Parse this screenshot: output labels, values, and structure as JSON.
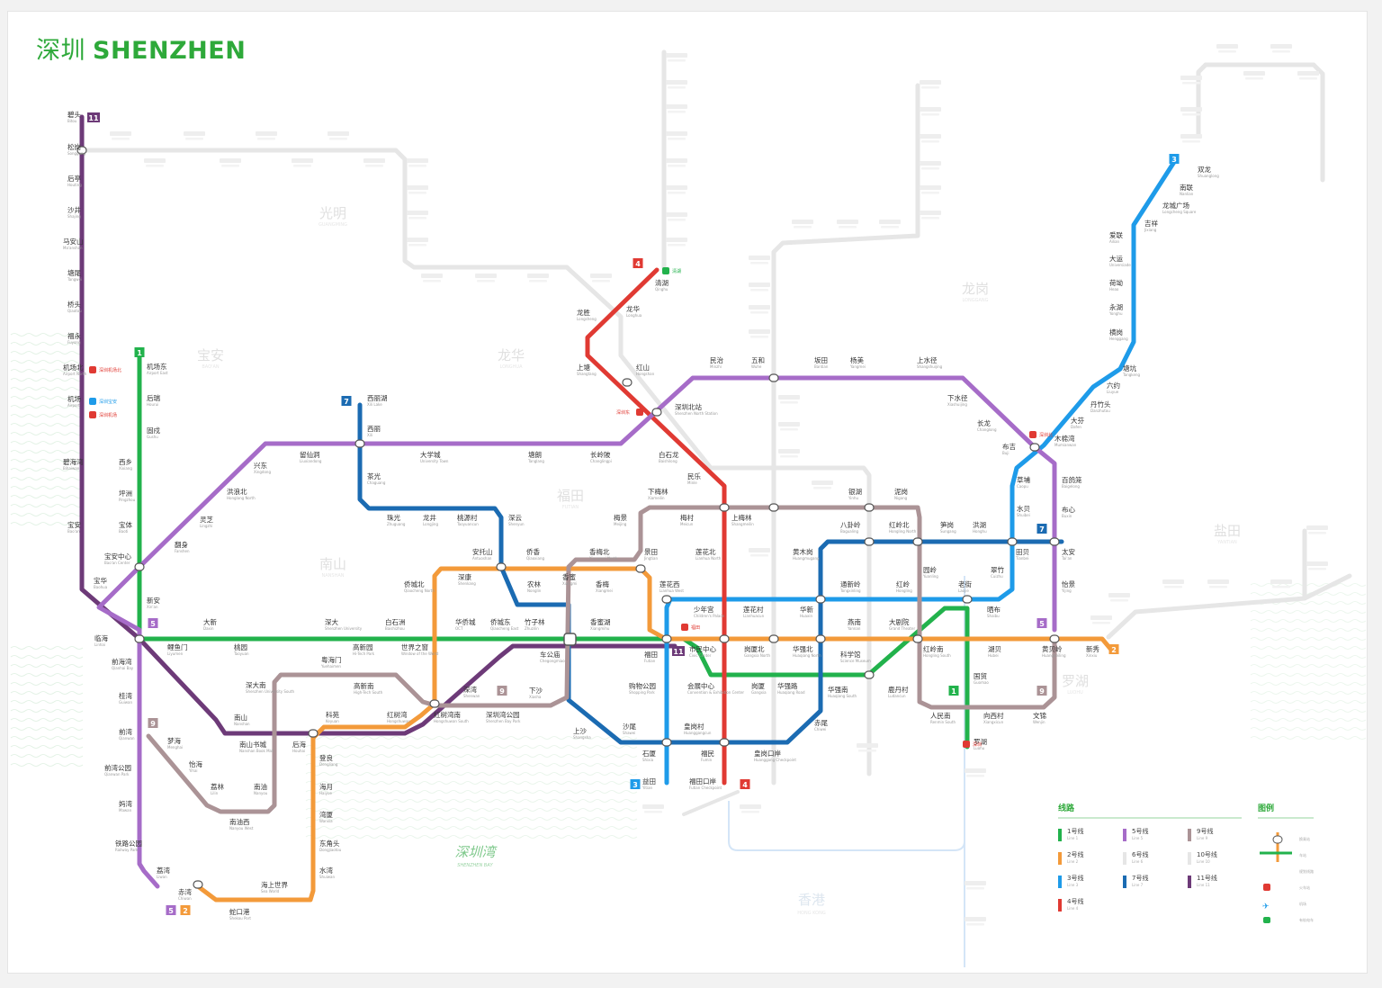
{
  "map": {
    "title_cn": "深圳",
    "title_en": "SHENZHEN",
    "colors": {
      "title": "#2ea93a",
      "line1": "#22b24c",
      "line2": "#f39a3a",
      "line3": "#1e9be9",
      "line4": "#e03a33",
      "line5": "#a66cc8",
      "line7": "#1b6bb2",
      "line9": "#ab9396",
      "line11": "#6d3a78",
      "planned": "#e6e6e6"
    },
    "line_badges": [
      {
        "label": "1",
        "color": "#22b24c"
      },
      {
        "label": "2",
        "color": "#f39a3a"
      },
      {
        "label": "3",
        "color": "#1e9be9"
      },
      {
        "label": "4",
        "color": "#e03a33"
      },
      {
        "label": "5",
        "color": "#a66cc8"
      },
      {
        "label": "7",
        "color": "#1b6bb2"
      },
      {
        "label": "9",
        "color": "#ab9396"
      },
      {
        "label": "11",
        "color": "#6d3a78"
      }
    ],
    "districts": [
      {
        "cn": "光明",
        "en": "GUANGMING"
      },
      {
        "cn": "宝安",
        "en": "BAO'AN"
      },
      {
        "cn": "龙华",
        "en": "LONGHUA"
      },
      {
        "cn": "龙岗",
        "en": "LONGGANG"
      },
      {
        "cn": "福田",
        "en": "FUTIAN"
      },
      {
        "cn": "南山",
        "en": "NANSHAN"
      },
      {
        "cn": "盐田",
        "en": "YANTIAN"
      },
      {
        "cn": "罗湖",
        "en": "LUOHU"
      }
    ],
    "bay": {
      "cn": "深圳湾",
      "en": "SHENZHEN BAY"
    },
    "hk": {
      "cn": "香港",
      "en": "HONG KONG"
    },
    "stations": [
      {
        "cn": "碧头",
        "en": "Bitou"
      },
      {
        "cn": "松岗",
        "en": "Songgang"
      },
      {
        "cn": "后亭",
        "en": "Houting"
      },
      {
        "cn": "沙井",
        "en": "Shajing"
      },
      {
        "cn": "马安山",
        "en": "Ma'anshan"
      },
      {
        "cn": "塘尾",
        "en": "Tangwei"
      },
      {
        "cn": "桥头",
        "en": "Qiaotou"
      },
      {
        "cn": "福永",
        "en": "Fuyong"
      },
      {
        "cn": "机场北",
        "en": "Airport North"
      },
      {
        "cn": "机场",
        "en": "Airport"
      },
      {
        "cn": "碧海湾",
        "en": "Bihaiwan"
      },
      {
        "cn": "宝安",
        "en": "Bao'an"
      },
      {
        "cn": "机场东",
        "en": "Airport East"
      },
      {
        "cn": "后瑞",
        "en": "Hourui"
      },
      {
        "cn": "固戍",
        "en": "Gushu"
      },
      {
        "cn": "西乡",
        "en": "Xixiang"
      },
      {
        "cn": "坪洲",
        "en": "Pingzhou"
      },
      {
        "cn": "宝体",
        "en": "Baoti"
      },
      {
        "cn": "宝安中心",
        "en": "Bao'an Center"
      },
      {
        "cn": "宝华",
        "en": "Baohua"
      },
      {
        "cn": "新安",
        "en": "Xin'an"
      },
      {
        "cn": "前海湾",
        "en": "Qianhai Bay"
      },
      {
        "cn": "临海",
        "en": "Linhai"
      },
      {
        "cn": "桂湾",
        "en": "Guiwan"
      },
      {
        "cn": "前湾",
        "en": "Qianwan"
      },
      {
        "cn": "前湾公园",
        "en": "Qianwan Park"
      },
      {
        "cn": "妈湾",
        "en": "Mawan"
      },
      {
        "cn": "铁路公园",
        "en": "Railway Park"
      },
      {
        "cn": "荔湾",
        "en": "Liwan"
      },
      {
        "cn": "赤湾",
        "en": "Chiwan"
      },
      {
        "cn": "蛇口港",
        "en": "Shekou Port"
      },
      {
        "cn": "海上世界",
        "en": "Sea World"
      },
      {
        "cn": "水湾",
        "en": "Shuiwan"
      },
      {
        "cn": "东角头",
        "en": "Dongjiaotou"
      },
      {
        "cn": "湾厦",
        "en": "Wanxia"
      },
      {
        "cn": "海月",
        "en": "Haiyue"
      },
      {
        "cn": "登良",
        "en": "Dengliang"
      },
      {
        "cn": "后海",
        "en": "Houhai"
      },
      {
        "cn": "科苑",
        "en": "Keyuan"
      },
      {
        "cn": "红树湾",
        "en": "Hongshuwan"
      },
      {
        "cn": "红树湾南",
        "en": "Hongshuwan South"
      },
      {
        "cn": "深圳湾公园",
        "en": "Shenzhen Bay Park"
      },
      {
        "cn": "深湾",
        "en": "Shenwan"
      },
      {
        "cn": "下沙",
        "en": "Xiasha"
      },
      {
        "cn": "车公庙",
        "en": "Chegongmiao"
      },
      {
        "cn": "世界之窗",
        "en": "Window of the World"
      },
      {
        "cn": "白石洲",
        "en": "Baishizhou"
      },
      {
        "cn": "高新园",
        "en": "Hi-Tech Park"
      },
      {
        "cn": "深大",
        "en": "Shenzhen University"
      },
      {
        "cn": "桃园",
        "en": "Taoyuan"
      },
      {
        "cn": "大新",
        "en": "Daxin"
      },
      {
        "cn": "鲤鱼门",
        "en": "Liyumen"
      },
      {
        "cn": "粤海门",
        "en": "Yuehaimen"
      },
      {
        "cn": "高新南",
        "en": "High-Tech South"
      },
      {
        "cn": "深大南",
        "en": "Shenzhen University South"
      },
      {
        "cn": "南山",
        "en": "Nanshan"
      },
      {
        "cn": "南山书城",
        "en": "Nanshan Book Mall"
      },
      {
        "cn": "南油",
        "en": "Nanyou"
      },
      {
        "cn": "南油西",
        "en": "Nanyou West"
      },
      {
        "cn": "荔林",
        "en": "Lilin"
      },
      {
        "cn": "怡海",
        "en": "Yihai"
      },
      {
        "cn": "梦海",
        "en": "Menghai"
      },
      {
        "cn": "兴东",
        "en": "Xingdong"
      },
      {
        "cn": "洪浪北",
        "en": "Honglang North"
      },
      {
        "cn": "灵芝",
        "en": "Lingzhi"
      },
      {
        "cn": "翻身",
        "en": "Fanshen"
      },
      {
        "cn": "留仙洞",
        "en": "Liuxiandong"
      },
      {
        "cn": "大学城",
        "en": "University Town"
      },
      {
        "cn": "塘朗",
        "en": "Tanglang"
      },
      {
        "cn": "长岭陂",
        "en": "Changlingpi"
      },
      {
        "cn": "西丽湖",
        "en": "Xili Lake"
      },
      {
        "cn": "西丽",
        "en": "Xili"
      },
      {
        "cn": "茶光",
        "en": "Chaguang"
      },
      {
        "cn": "珠光",
        "en": "Zhuguang"
      },
      {
        "cn": "龙井",
        "en": "Longjing"
      },
      {
        "cn": "桃源村",
        "en": "Taoyuancun"
      },
      {
        "cn": "深云",
        "en": "Shenyun"
      },
      {
        "cn": "安托山",
        "en": "Antuoshan"
      },
      {
        "cn": "侨香",
        "en": "Qiaoxiang"
      },
      {
        "cn": "沙尾",
        "en": "Shawei"
      },
      {
        "cn": "上沙",
        "en": "Shangsha"
      },
      {
        "cn": "深康",
        "en": "Shenkang"
      },
      {
        "cn": "侨城北",
        "en": "Qiaocheng North"
      },
      {
        "cn": "华侨城",
        "en": "OCT"
      },
      {
        "cn": "侨城东",
        "en": "Qiaocheng East"
      },
      {
        "cn": "竹子林",
        "en": "Zhuzilin"
      },
      {
        "cn": "香蜜湖",
        "en": "Xiangmihu"
      },
      {
        "cn": "农林",
        "en": "Nonglin"
      },
      {
        "cn": "香蜜",
        "en": "Xiangmi"
      },
      {
        "cn": "香梅",
        "en": "Xiangmei"
      },
      {
        "cn": "香梅北",
        "en": "Xiangmei North"
      },
      {
        "cn": "景田",
        "en": "Jingtian"
      },
      {
        "cn": "梅景",
        "en": "Meijing"
      },
      {
        "cn": "下梅林",
        "en": "Xiameilin"
      },
      {
        "cn": "梅村",
        "en": "Meicun"
      },
      {
        "cn": "上梅林",
        "en": "Shangmeilin"
      },
      {
        "cn": "莲花北",
        "en": "Lianhua North"
      },
      {
        "cn": "莲花西",
        "en": "Lianhua West"
      },
      {
        "cn": "福田",
        "en": "Futian"
      },
      {
        "cn": "市民中心",
        "en": "Civic Center"
      },
      {
        "cn": "购物公园",
        "en": "Shopping Park"
      },
      {
        "cn": "石厦",
        "en": "Shixia"
      },
      {
        "cn": "益田",
        "en": "Yitian"
      },
      {
        "cn": "少年宫",
        "en": "Children's Palace"
      },
      {
        "cn": "莲花村",
        "en": "Lianhuacun"
      },
      {
        "cn": "岗厦北",
        "en": "Gangxia North"
      },
      {
        "cn": "会展中心",
        "en": "Convention & Exhibition Center"
      },
      {
        "cn": "皇岗村",
        "en": "Huanggangcun"
      },
      {
        "cn": "福民",
        "en": "Fumin"
      },
      {
        "cn": "福田口岸",
        "en": "Futian Checkpoint"
      },
      {
        "cn": "皇岗口岸",
        "en": "Huanggang Checkpoint"
      },
      {
        "cn": "岗厦",
        "en": "Gangxia"
      },
      {
        "cn": "华强北",
        "en": "Huaqiang North"
      },
      {
        "cn": "华强路",
        "en": "Huaqiang Road"
      },
      {
        "cn": "华新",
        "en": "Huaxin"
      },
      {
        "cn": "华强南",
        "en": "Huaqiang South"
      },
      {
        "cn": "赤尾",
        "en": "Chiwei"
      },
      {
        "cn": "科学馆",
        "en": "Science Museum"
      },
      {
        "cn": "燕南",
        "en": "Yannan"
      },
      {
        "cn": "大剧院",
        "en": "Grand Theater"
      },
      {
        "cn": "通新岭",
        "en": "Tongxinling"
      },
      {
        "cn": "红岭",
        "en": "Hongling"
      },
      {
        "cn": "黄木岗",
        "en": "Huangmugang"
      },
      {
        "cn": "八卦岭",
        "en": "Bagualing"
      },
      {
        "cn": "红岭北",
        "en": "Hongling North"
      },
      {
        "cn": "笋岗",
        "en": "Sungang"
      },
      {
        "cn": "洪湖",
        "en": "Honghu"
      },
      {
        "cn": "田贝",
        "en": "Tianbei"
      },
      {
        "cn": "太安",
        "en": "Tai'an"
      },
      {
        "cn": "怡景",
        "en": "Yijing"
      },
      {
        "cn": "黄贝岭",
        "en": "Huangbeiling"
      },
      {
        "cn": "新秀",
        "en": "Xinxiu"
      },
      {
        "cn": "湖贝",
        "en": "Hubei"
      },
      {
        "cn": "老街",
        "en": "Laojie"
      },
      {
        "cn": "晒布",
        "en": "Shaibu"
      },
      {
        "cn": "草埔",
        "en": "Caopu"
      },
      {
        "cn": "水贝",
        "en": "Shuibei"
      },
      {
        "cn": "翠竹",
        "en": "Cuizhu"
      },
      {
        "cn": "园岭",
        "en": "Yuanling"
      },
      {
        "cn": "泥岗",
        "en": "Nigang"
      },
      {
        "cn": "银湖",
        "en": "Yinhu"
      },
      {
        "cn": "红岭南",
        "en": "Hongling South"
      },
      {
        "cn": "国贸",
        "en": "Guomao"
      },
      {
        "cn": "罗湖",
        "en": "Luohu"
      },
      {
        "cn": "鹿丹村",
        "en": "Ludancun"
      },
      {
        "cn": "人民南",
        "en": "Renmin South"
      },
      {
        "cn": "向西村",
        "en": "Xiangxicun"
      },
      {
        "cn": "文锦",
        "en": "Wenjin"
      },
      {
        "cn": "布心",
        "en": "Buxin"
      },
      {
        "cn": "百鸽笼",
        "en": "Baigelong"
      },
      {
        "cn": "布吉",
        "en": "Buji"
      },
      {
        "cn": "木棉湾",
        "en": "Mumianwan"
      },
      {
        "cn": "大芬",
        "en": "Dafen"
      },
      {
        "cn": "丹竹头",
        "en": "Danzhutou"
      },
      {
        "cn": "六约",
        "en": "Liuyue"
      },
      {
        "cn": "塘坑",
        "en": "Tangkeng"
      },
      {
        "cn": "横岗",
        "en": "Henggang"
      },
      {
        "cn": "永湖",
        "en": "Yonghu"
      },
      {
        "cn": "荷坳",
        "en": "Heao"
      },
      {
        "cn": "大运",
        "en": "Universiade"
      },
      {
        "cn": "爱联",
        "en": "Ailian"
      },
      {
        "cn": "吉祥",
        "en": "Jixiang"
      },
      {
        "cn": "龙城广场",
        "en": "Longcheng Square"
      },
      {
        "cn": "南联",
        "en": "Nanlian"
      },
      {
        "cn": "双龙",
        "en": "Shuanglong"
      },
      {
        "cn": "长龙",
        "en": "Changlong"
      },
      {
        "cn": "下水径",
        "en": "Xiashuijing"
      },
      {
        "cn": "上水径",
        "en": "Shangshuijing"
      },
      {
        "cn": "杨美",
        "en": "Yangmei"
      },
      {
        "cn": "坂田",
        "en": "Bantian"
      },
      {
        "cn": "五和",
        "en": "Wuhe"
      },
      {
        "cn": "民治",
        "en": "Minzhi"
      },
      {
        "cn": "深圳北站",
        "en": "Shenzhen North Station"
      },
      {
        "cn": "白石龙",
        "en": "Baishilong"
      },
      {
        "cn": "民乐",
        "en": "Minle"
      },
      {
        "cn": "红山",
        "en": "Hongshan"
      },
      {
        "cn": "上塘",
        "en": "Shangtang"
      },
      {
        "cn": "龙胜",
        "en": "Longsheng"
      },
      {
        "cn": "龙华",
        "en": "Longhua"
      },
      {
        "cn": "清湖",
        "en": "Qinghu"
      }
    ],
    "icon_labels": [
      {
        "text": "深圳机场北"
      },
      {
        "text": "深圳宝安"
      },
      {
        "text": "深圳机场"
      },
      {
        "text": "深圳北"
      },
      {
        "text": "深圳东"
      },
      {
        "text": "深圳"
      },
      {
        "text": "福田"
      },
      {
        "text": "清湖"
      }
    ],
    "legend": {
      "lines_title": "线路",
      "lines": [
        {
          "label": "1号线",
          "sub": "Line 1",
          "color": "#22b24c"
        },
        {
          "label": "2号线",
          "sub": "Line 2",
          "color": "#f39a3a"
        },
        {
          "label": "3号线",
          "sub": "Line 3",
          "color": "#1e9be9"
        },
        {
          "label": "4号线",
          "sub": "Line 4",
          "color": "#e03a33"
        },
        {
          "label": "5号线",
          "sub": "Line 5",
          "color": "#a66cc8"
        },
        {
          "label": "6号线",
          "sub": "Line 6",
          "color": "#e6e6e6"
        },
        {
          "label": "7号线",
          "sub": "Line 7",
          "color": "#1b6bb2"
        },
        {
          "label": "9号线",
          "sub": "Line 9",
          "color": "#ab9396"
        },
        {
          "label": "10号线",
          "sub": "Line 10",
          "color": "#e6e6e6"
        },
        {
          "label": "11号线",
          "sub": "Line 11",
          "color": "#6d3a78"
        }
      ],
      "symbols_title": "图例",
      "symbols": [
        {
          "label": "换乘站",
          "sub": "Interchange"
        },
        {
          "label": "车站",
          "sub": "Station"
        },
        {
          "label": "规划线路",
          "sub": "Planned line"
        },
        {
          "label": "火车站",
          "sub": "Railway station"
        },
        {
          "label": "机场",
          "sub": "Airport"
        },
        {
          "label": "有轨电车",
          "sub": "Tram"
        }
      ]
    }
  }
}
